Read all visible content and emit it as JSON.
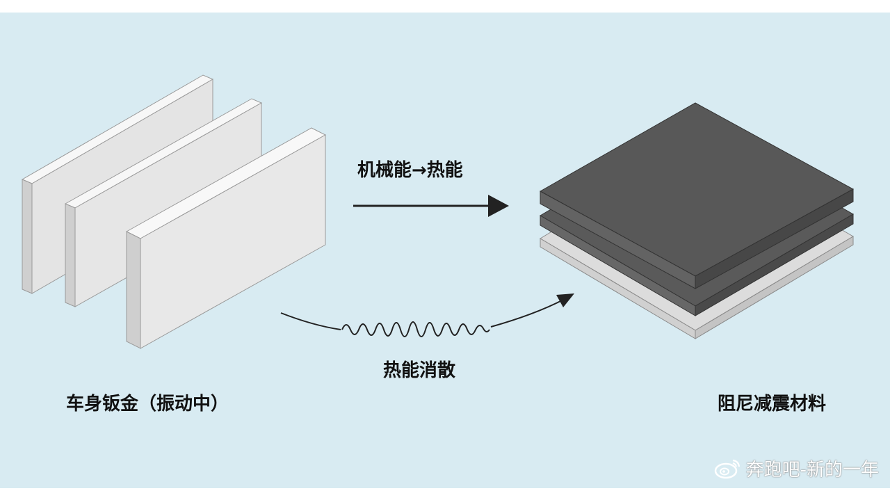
{
  "colors": {
    "background": "#d8ebf2",
    "sheet_face": "#e6e6e6",
    "sheet_edge": "#f7f7f7",
    "dark_layer": "#565656",
    "light_layer": "#d6d6d6",
    "arrow": "#222222"
  },
  "labels": {
    "energy_conversion": "机械能→热能",
    "heat_dissipation": "热能消散",
    "vibrating_sheet": "车身钣金（振动中）",
    "damping_material": "阻尼减震材料"
  },
  "watermark": {
    "icon": "weibo-icon",
    "text": "奔跑吧-新的一年"
  }
}
